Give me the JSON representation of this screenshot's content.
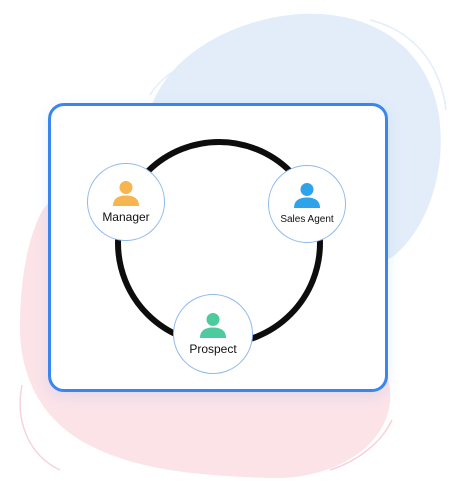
{
  "colors": {
    "card_border": "#3a86f0",
    "ring": "#0d0d0d",
    "node_border": "#8fb9ef",
    "blob_blue": "#e3edf9",
    "blob_pink": "#fbe3e8",
    "manager_icon": "#f6b54e",
    "sales_agent_icon": "#2fa3ea",
    "prospect_icon": "#4ecb9d"
  },
  "nodes": {
    "manager": {
      "label": "Manager",
      "icon": "person-icon"
    },
    "sales_agent": {
      "label": "Sales Agent",
      "icon": "person-icon"
    },
    "prospect": {
      "label": "Prospect",
      "icon": "person-icon"
    }
  }
}
